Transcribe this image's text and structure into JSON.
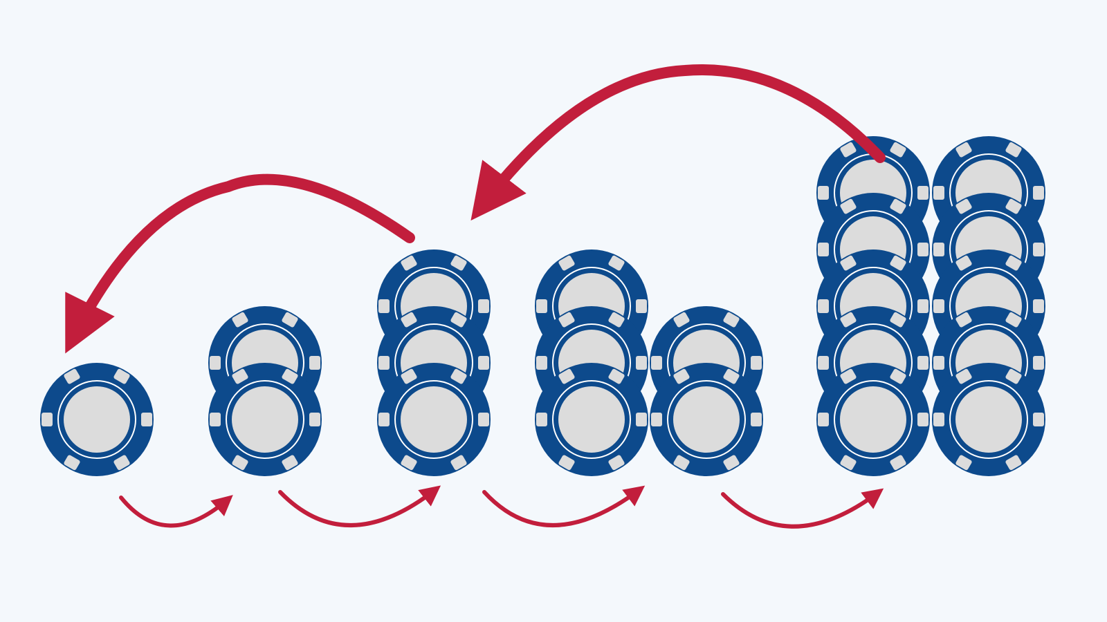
{
  "diagram": {
    "background_color": "#f4f8fc",
    "chip": {
      "body_color": "#0d4a8c",
      "accent_color": "#dcdcdc",
      "ring_color": "#ffffff",
      "icon": "poker-chip-icon"
    },
    "arrow_color": "#c21e3c",
    "stacks": [
      {
        "name": "stack-1",
        "chips": 1
      },
      {
        "name": "stack-2",
        "chips": 2
      },
      {
        "name": "stack-3",
        "chips": 3
      },
      {
        "name": "stack-4a",
        "chips": 3
      },
      {
        "name": "stack-4b",
        "chips": 2
      },
      {
        "name": "stack-5a",
        "chips": 5
      },
      {
        "name": "stack-5b",
        "chips": 5
      }
    ],
    "forward_arrows": [
      {
        "name": "forward-arrow-1",
        "from": "stack-1",
        "to": "stack-2"
      },
      {
        "name": "forward-arrow-2",
        "from": "stack-2",
        "to": "stack-3"
      },
      {
        "name": "forward-arrow-3",
        "from": "stack-3",
        "to": "stack-4"
      },
      {
        "name": "forward-arrow-4",
        "from": "stack-4",
        "to": "stack-5"
      }
    ],
    "back_arrows": [
      {
        "name": "back-arrow-1",
        "from": "stack-5",
        "to": "stack-3"
      },
      {
        "name": "back-arrow-2",
        "from": "stack-3",
        "to": "stack-1"
      }
    ]
  }
}
